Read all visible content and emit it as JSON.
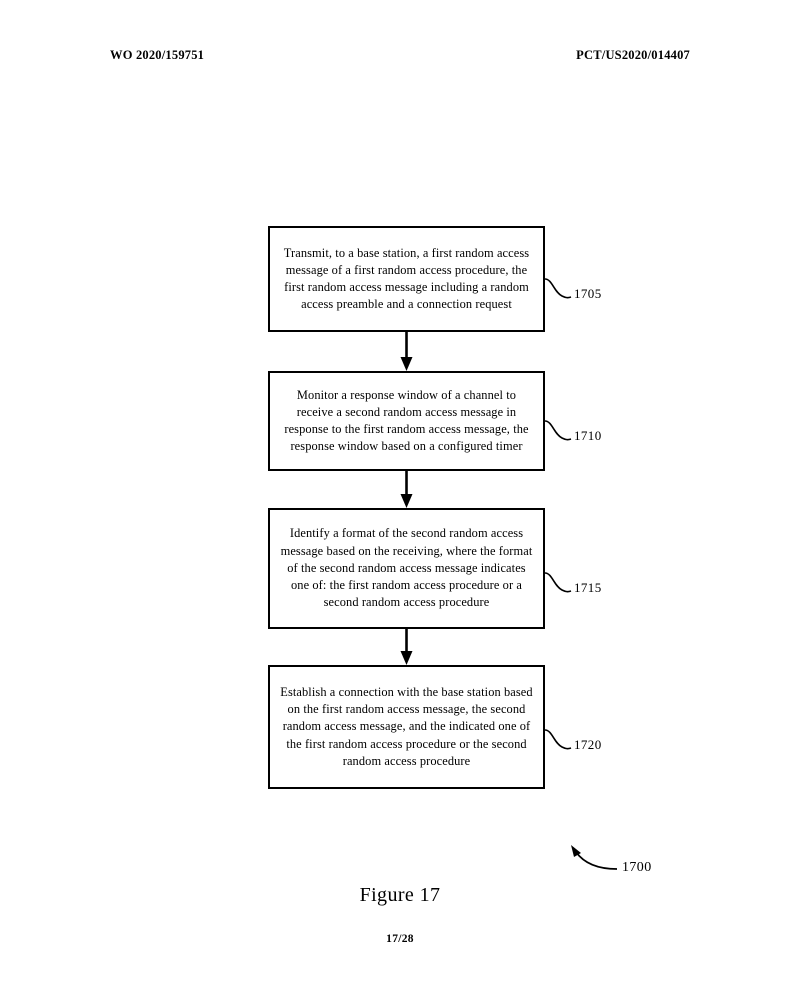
{
  "header": {
    "left": "WO 2020/159751",
    "right": "PCT/US2020/014407"
  },
  "flowchart": {
    "diagram_ref": "1700",
    "nodes": [
      {
        "ref": "1705",
        "text": "Transmit, to a base station, a first random access message of a first random access procedure, the first random access message including a random access preamble and a connection request"
      },
      {
        "ref": "1710",
        "text": "Monitor a response window of a channel to receive a second random access message in response to the first random access message, the response window based on a configured timer"
      },
      {
        "ref": "1715",
        "text": "Identify a format of the second random access message based on the receiving, where the format of the second random access message indicates one of: the first random access procedure or a second random access procedure"
      },
      {
        "ref": "1720",
        "text": "Establish a connection with the base station based on the first random access message, the second random access message, and the indicated one of the first random access procedure or the second random access procedure"
      }
    ]
  },
  "caption": "Figure 17",
  "page_number": "17/28"
}
